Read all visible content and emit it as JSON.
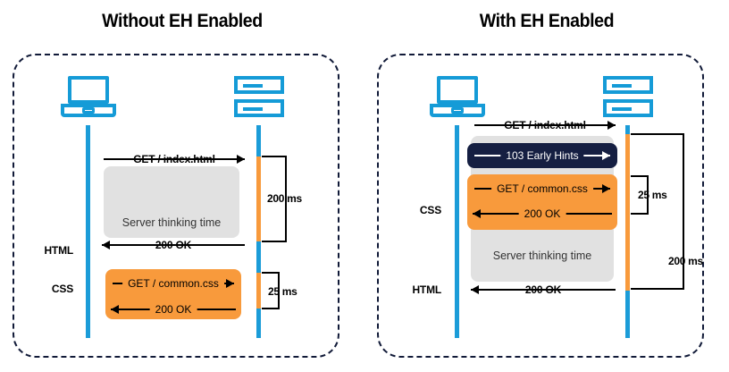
{
  "diagram": {
    "type": "sequence-diagram-comparison",
    "panels": [
      {
        "id": "without-eh",
        "title": "Without EH Enabled",
        "actors": {
          "client": "laptop-icon",
          "server": "server-icon"
        },
        "side_labels": [
          {
            "text": "HTML"
          },
          {
            "text": "CSS"
          }
        ],
        "messages": [
          {
            "text": "GET / index.html",
            "direction": "right",
            "style": "black"
          },
          {
            "text": "200 OK",
            "direction": "left",
            "style": "black"
          },
          {
            "text": "GET / common.css",
            "direction": "right",
            "style": "black"
          },
          {
            "text": "200 OK",
            "direction": "left",
            "style": "black"
          }
        ],
        "boxes": [
          {
            "caption": "Server thinking time",
            "color": "#E1E1E1"
          },
          {
            "caption": "",
            "color": "#F89A3C"
          }
        ],
        "timings": [
          {
            "text": "200 ms"
          },
          {
            "text": "25 ms"
          }
        ]
      },
      {
        "id": "with-eh",
        "title": "With EH Enabled",
        "actors": {
          "client": "laptop-icon",
          "server": "server-icon"
        },
        "side_labels": [
          {
            "text": "CSS"
          },
          {
            "text": "HTML"
          }
        ],
        "messages": [
          {
            "text": "GET / index.html",
            "direction": "right",
            "style": "black"
          },
          {
            "text": "103 Early Hints",
            "direction": "right",
            "style": "white"
          },
          {
            "text": "GET / common.css",
            "direction": "right",
            "style": "black"
          },
          {
            "text": "200 OK",
            "direction": "left",
            "style": "black"
          },
          {
            "text": "200 OK",
            "direction": "left",
            "style": "black"
          }
        ],
        "boxes": [
          {
            "caption": "Server thinking time",
            "color": "#E1E1E1"
          },
          {
            "caption": "",
            "color": "#151F42"
          },
          {
            "caption": "",
            "color": "#F89A3C"
          }
        ],
        "timings": [
          {
            "text": "25 ms"
          },
          {
            "text": "200 ms"
          }
        ]
      }
    ],
    "colors": {
      "accent_blue": "#1B9CD8",
      "accent_orange": "#F89A3C",
      "navy": "#151F42",
      "gray_box": "#E1E1E1",
      "text": "#000000"
    }
  }
}
